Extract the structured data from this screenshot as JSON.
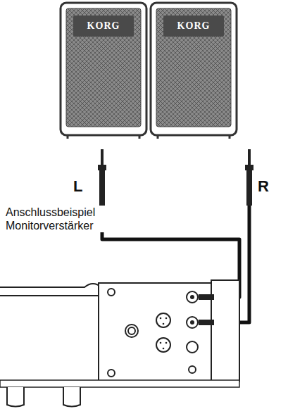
{
  "diagram": {
    "nodes": [
      {
        "text": [
          "KORG"
        ]
      },
      {
        "text": [
          "KORG"
        ]
      }
    ],
    "edges": [],
    "labels": [
      "L",
      "R",
      "Anschlussbeispiel Monitorverstärker"
    ]
  }
}
